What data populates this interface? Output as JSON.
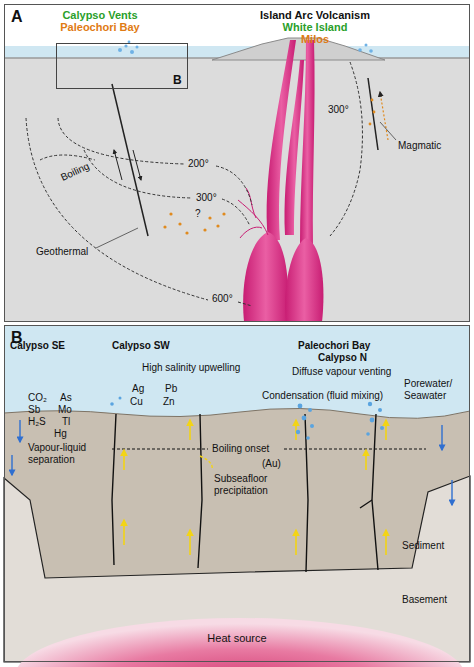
{
  "diagram": {
    "nodes": [
      {
        "text": [
          "A"
        ]
      },
      {
        "text": [
          "B"
        ]
      },
      {
        "text": [
          "B"
        ],
        "in": 0
      }
    ],
    "labels": [
      "Island Arc Volcanism",
      "White Island",
      "Milos",
      "Calypso Vents",
      "Paleochori Bay",
      "Boiling",
      "200°",
      "300°",
      "?",
      "300°",
      "Magmatic",
      "Geothermal",
      "600°",
      "Calypso SE",
      "Calypso SW",
      "Paleochori Bay",
      "Calypso N",
      "High salinity upwelling",
      "Diffuse vapour venting",
      "Porewater/ Seawater",
      "CO₂",
      "As",
      "Sb",
      "Mo",
      "H₂S",
      "Tl",
      "Hg",
      "Ag",
      "Pb",
      "Cu",
      "Zn",
      "Condensation (fluid mixing)",
      "Vapour-liquid separation",
      "Boiling onset",
      "(Au)",
      "Subseafloor precipitation",
      "Sediment",
      "Basement",
      "Heat source"
    ]
  }
}
